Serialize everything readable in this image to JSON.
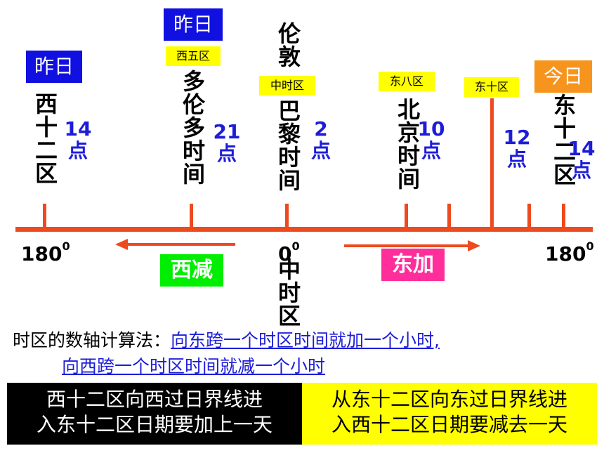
{
  "timeline": {
    "left_degree": "180",
    "left_degree_sup": "0",
    "center_degree": "0",
    "center_degree_sup": "0",
    "right_degree": "180",
    "right_degree_sup": "0",
    "center_zone_label": "中时区",
    "colors": {
      "axis": "#ee4a1f",
      "number": "#1d1dd8",
      "west_box": "#00ee00",
      "east_box": "#ff2e9a"
    }
  },
  "zones": {
    "west12": {
      "badge": "昨日",
      "name": "西十二区",
      "hour": "14点"
    },
    "west5": {
      "badge": "昨日",
      "tag": "西五区",
      "name": "多伦多时间",
      "hour": "21点"
    },
    "center": {
      "top_name": "伦敦",
      "tag": "中时区",
      "name": "巴黎时间",
      "hour": "2点"
    },
    "east8": {
      "tag": "东八区",
      "name": "北京时间",
      "hour": "10点"
    },
    "east10": {
      "tag": "东十区",
      "hour": "12点"
    },
    "east12": {
      "badge": "今日",
      "name": "东十二区",
      "hour": "14点"
    }
  },
  "arrows": {
    "west_label": "西减",
    "east_label": "东加"
  },
  "rule": {
    "prefix": "时区的数轴计算法：",
    "line1": "向东跨一个时区时间就加一个小时,",
    "line2": "向西跨一个时区时间就减一个小时"
  },
  "boxes": {
    "left_line1": "西十二区向西过日界线进",
    "left_line2": "入东十二区日期要加上一天",
    "right_line1": "从东十二区向东过日界线进",
    "right_line2": "入西十二区日期要减去一天"
  }
}
